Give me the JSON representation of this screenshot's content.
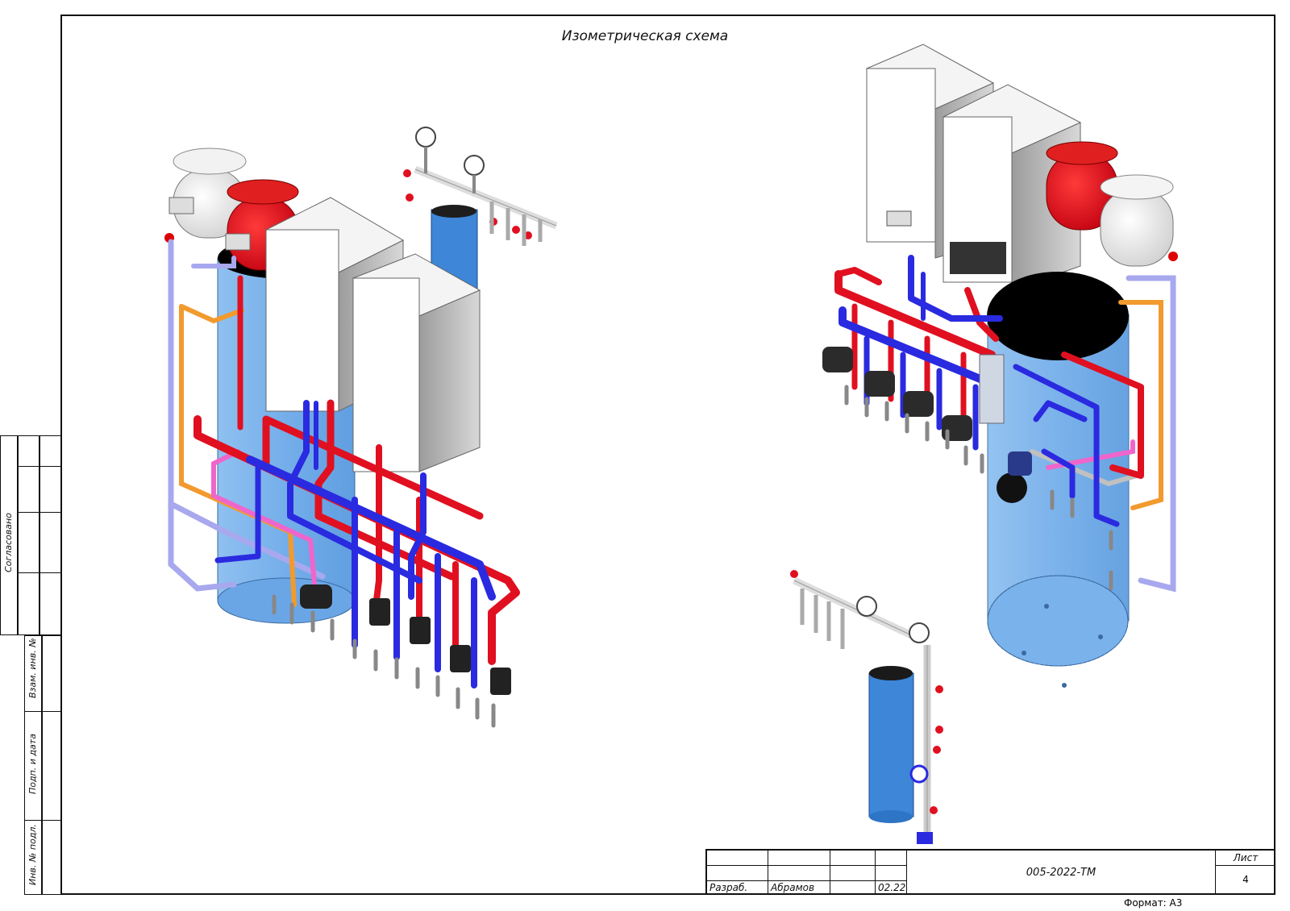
{
  "drawing": {
    "title": "Изометрическая схема"
  },
  "side_stamp": {
    "agreed": "Согласовано",
    "replaced_inv": "Взам. инв. №",
    "sign_date": "Подп. и дата",
    "orig_inv": "Инв. № подл."
  },
  "title_block": {
    "role_label": "Разраб.",
    "developer": "Абрамов",
    "date": "02.22",
    "document_code": "005-2022-ТМ",
    "sheet_label": "Лист",
    "sheet_number": "4"
  },
  "format": "Формат: А3",
  "colors": {
    "supply": "#e01020",
    "return": "#2a2ae0",
    "tank": "#7fb4ec",
    "dhw": "#f29a2e",
    "recirc": "#ee66cc",
    "cold": "#a8a8ee",
    "filter": "#3d86d8"
  }
}
